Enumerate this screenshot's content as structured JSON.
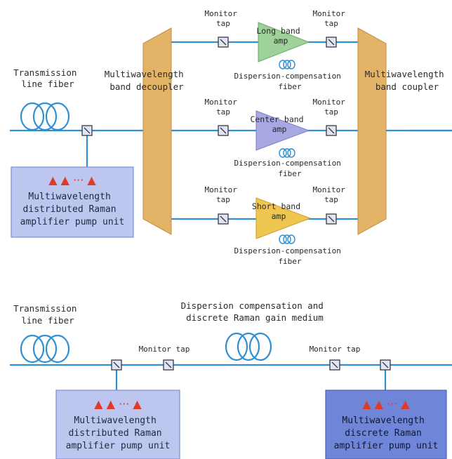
{
  "colors": {
    "fiber_line": "#2f8fd0",
    "band_panel": "#e3b468",
    "band_panel_edge": "#c48e3e",
    "long_amp": "#9fd29b",
    "center_amp": "#a8a8e3",
    "short_amp": "#efc64f",
    "pump_box_light": "#bcc6ee",
    "pump_box_dark": "#6f85d8",
    "pump_triangle": "#e03a2a",
    "tap_fill": "#dfe5f5"
  },
  "top_diagram": {
    "fiber_label_line1": "Transmission",
    "fiber_label_line2": "line fiber",
    "decoupler_line1": "Multiwavelength",
    "decoupler_line2": "band decoupler",
    "coupler_line1": "Multiwavelength",
    "coupler_line2": "band coupler",
    "monitor_line1": "Monitor",
    "monitor_line2": "tap",
    "pump_unit": {
      "triangles": "▲ ▲ ··· ▲",
      "line1": "Multiwavelength",
      "line2": "distributed Raman",
      "line3": "amplifier pump unit"
    },
    "bands": [
      {
        "amp_line1": "Long band",
        "amp_line2": "amp",
        "dcf_line1": "Dispersion-compensation",
        "dcf_line2": "fiber"
      },
      {
        "amp_line1": "Center band",
        "amp_line2": "amp",
        "dcf_line1": "Dispersion-compensation",
        "dcf_line2": "fiber"
      },
      {
        "amp_line1": "Short band",
        "amp_line2": "amp",
        "dcf_line1": "Dispersion-compensation",
        "dcf_line2": "fiber"
      }
    ]
  },
  "bottom_diagram": {
    "fiber_label_line1": "Transmission",
    "fiber_label_line2": "line fiber",
    "dcf_label_line1": "Dispersion compensation and",
    "dcf_label_line2": "discrete Raman gain medium",
    "monitor_tap_left": "Monitor tap",
    "monitor_tap_right": "Monitor tap",
    "distributed_pump_unit": {
      "triangles": "▲ ▲ ··· ▲",
      "line1": "Multiwavelength",
      "line2": "distributed Raman",
      "line3": "amplifier pump unit"
    },
    "discrete_pump_unit": {
      "triangles": "▲ ▲ ··· ▲",
      "line1": "Multiwavelength",
      "line2": "discrete Raman",
      "line3": "amplifier pump unit"
    }
  }
}
